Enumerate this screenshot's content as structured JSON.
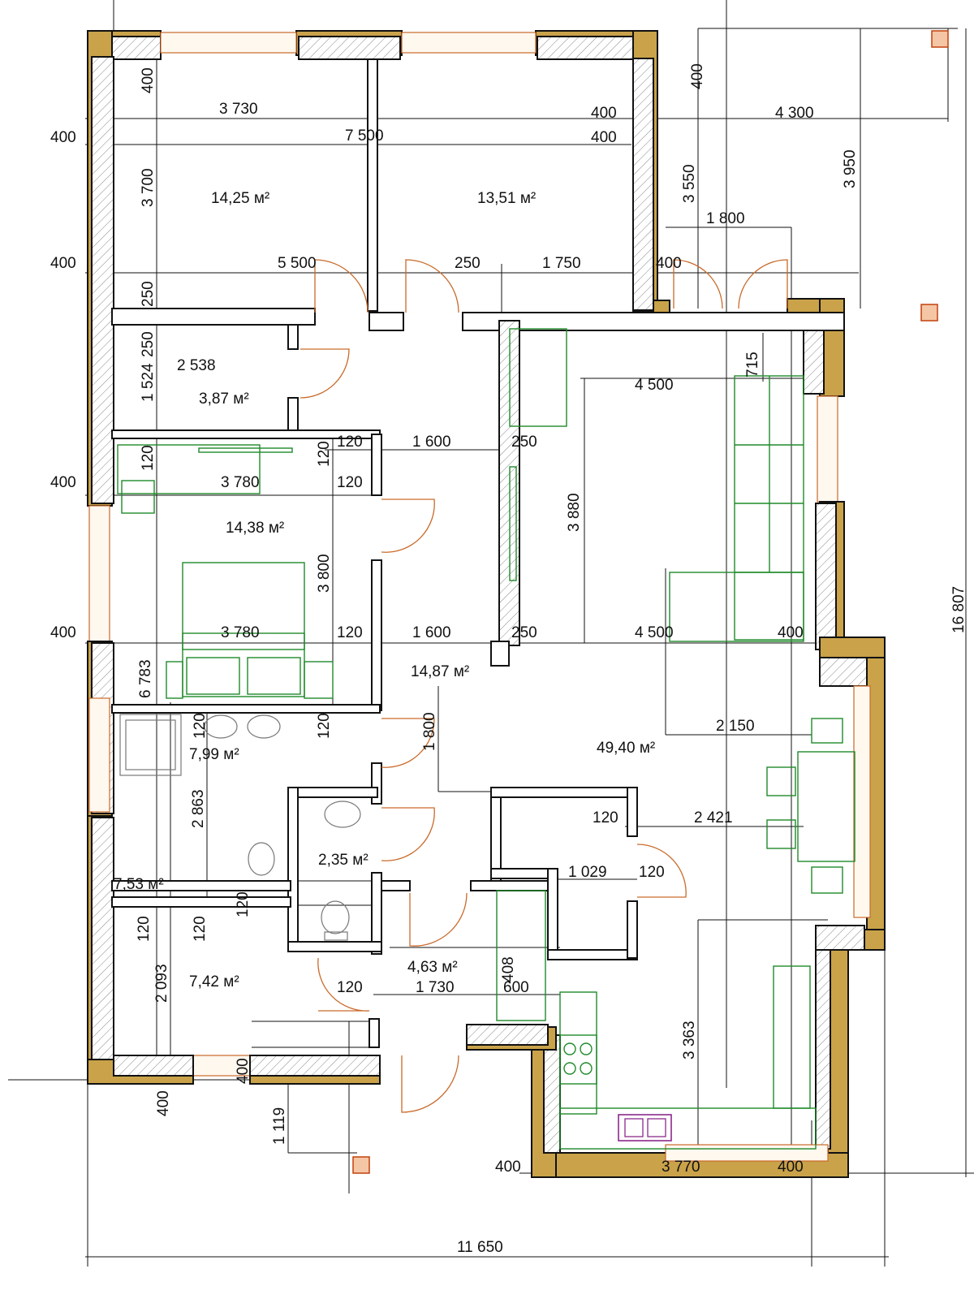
{
  "plan": {
    "rooms": [
      {
        "id": "bedroom-nw",
        "area": "14,25 м²"
      },
      {
        "id": "bedroom-ne",
        "area": "13,51 м²"
      },
      {
        "id": "closet",
        "area": "3,87 м²"
      },
      {
        "id": "bedroom-master",
        "area": "14,38 м²"
      },
      {
        "id": "hall",
        "area": "14,87 м²"
      },
      {
        "id": "living",
        "area": "49,40 м²"
      },
      {
        "id": "bathroom",
        "area": "7,99 м²"
      },
      {
        "id": "wc",
        "area": "2,35 м²"
      },
      {
        "id": "room-sw",
        "area": "7,42 м²"
      },
      {
        "id": "entry",
        "area": "4,63 м²"
      },
      {
        "id": "overlap",
        "area": "7,53 м²"
      }
    ],
    "dims": {
      "top_400_v": "400",
      "d3730": "3 730",
      "d7500": "7 500",
      "d400a": "400",
      "d400b": "400",
      "d4300": "4 300",
      "left_400_1": "400",
      "d3700": "3 700",
      "d3550": "3 550",
      "d3950": "3 950",
      "d1800_top": "1 800",
      "left_400_2": "400",
      "d5500": "5 500",
      "d250_a": "250",
      "d1750": "1 750",
      "d400_c": "400",
      "d250_v": "250",
      "d250_v2": "250",
      "d715": "715",
      "d2538": "2 538",
      "d1524": "1 524",
      "d4500_a": "4 500",
      "d120_a": "120",
      "d1600_a": "1 600",
      "d250_b": "250",
      "d120_v": "120",
      "d120_v2": "120",
      "left_400_3": "400",
      "d3780_a": "3 780",
      "d120_b": "120",
      "d3880": "3 880",
      "d3800": "3 800",
      "left_400_4": "400",
      "d3780_b": "3 780",
      "d120_c": "120",
      "d1600_b": "1 600",
      "d250_c": "250",
      "d4500_b": "4 500",
      "d400_d": "400",
      "d6783": "6 783",
      "d120_v3": "120",
      "d120_v4": "120",
      "d1800_v": "1 800",
      "d2150": "2 150",
      "d2863": "2 863",
      "d120_d": "120",
      "d2421": "2 421",
      "d1029": "1 029",
      "d120_e": "120",
      "d120_v5": "120",
      "d120_v6": "120",
      "d120_v7": "120",
      "d2093": "2 093",
      "d120_f": "120",
      "d1730": "1 730",
      "d600": "600",
      "d408": "408",
      "d3363": "3 363",
      "d16807": "16 807",
      "d400_v_bot": "400",
      "d400_v_bot2": "400",
      "d1119": "1 119",
      "d400_e": "400",
      "d3770": "3 770",
      "d400_f": "400",
      "d11650": "11 650"
    }
  },
  "colors": {
    "wall": "#c9a24a",
    "furniture": "#1f8a2a",
    "door": "#c96a2a",
    "marker": "#c2410c",
    "sink": "#8b2a8b"
  }
}
